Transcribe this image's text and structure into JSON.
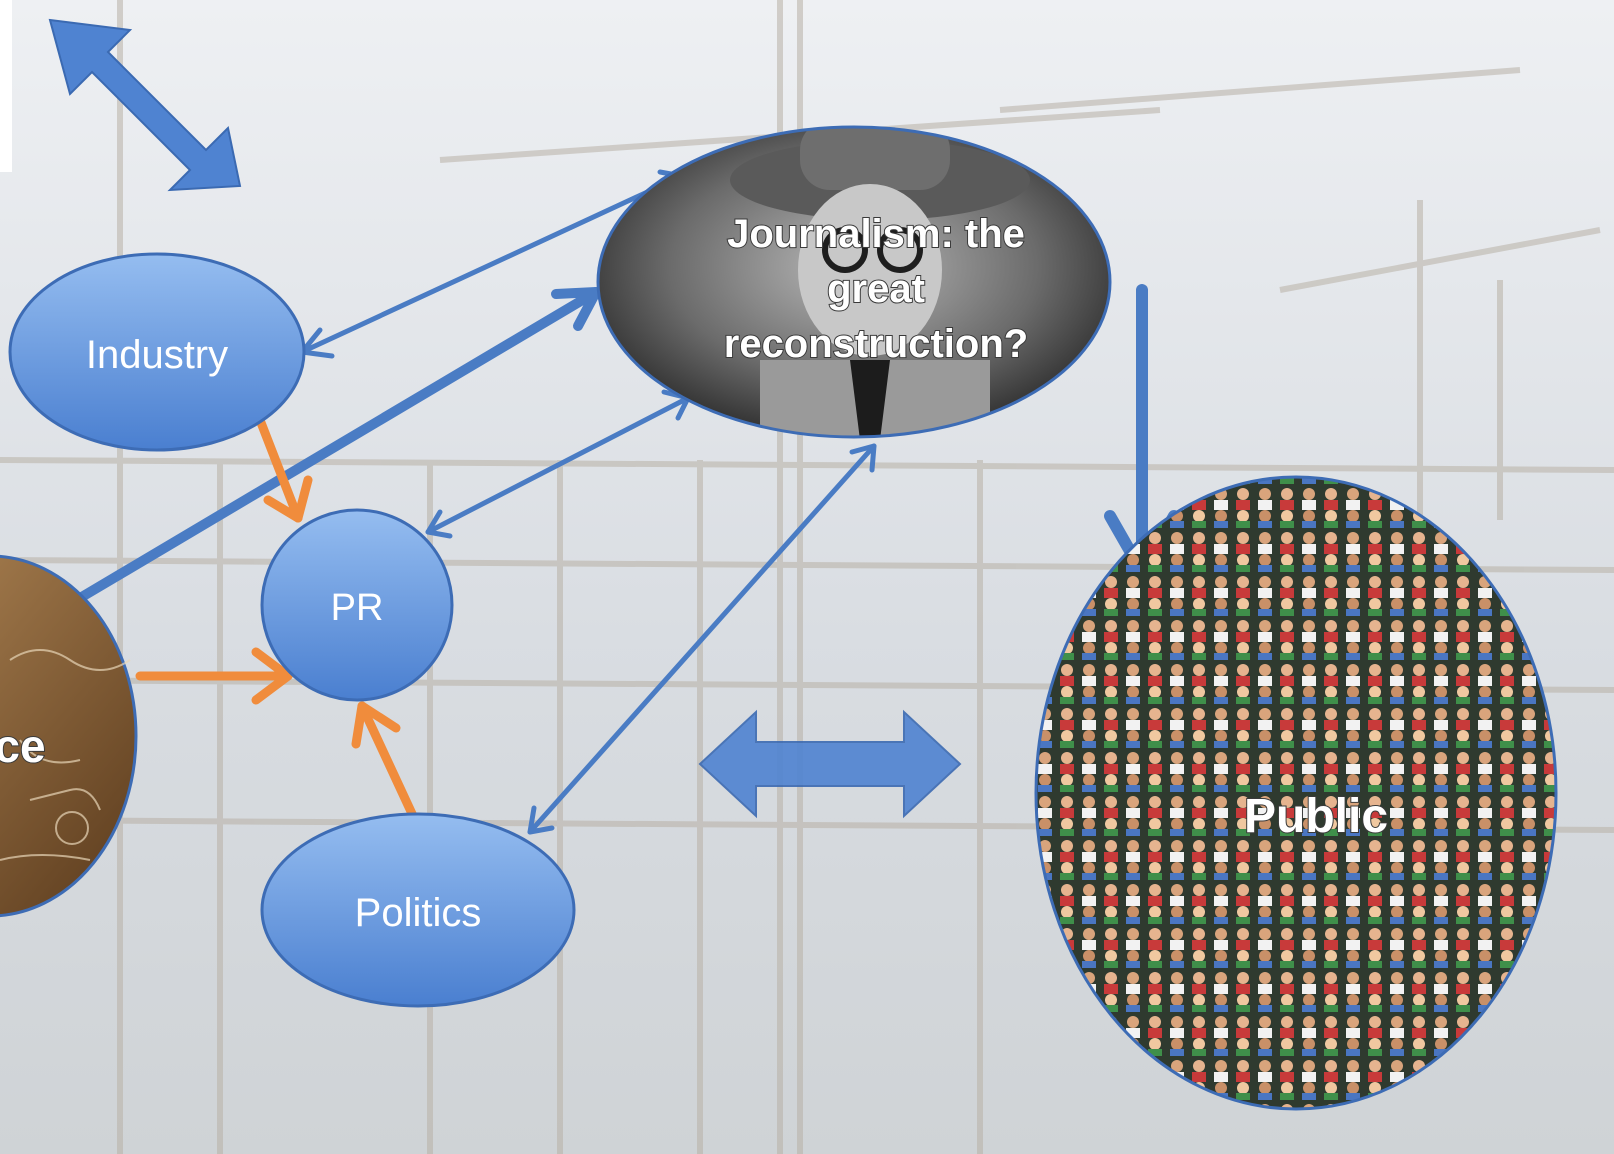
{
  "diagram": {
    "nodes": {
      "industry": {
        "label": "Industry"
      },
      "pr": {
        "label": "PR"
      },
      "politics": {
        "label": "Politics"
      },
      "science": {
        "label_fragment": "ce"
      },
      "journalism": {
        "label_lines": [
          "Journalism: the",
          "great",
          "reconstruction?"
        ]
      },
      "public": {
        "label": "Public"
      }
    },
    "colors": {
      "node_fill_top": "#8cb4ea",
      "node_fill_bottom": "#4a7fd0",
      "node_stroke": "#3d6cb5",
      "blue_arrow": "#4a7cc4",
      "orange_arrow": "#f08c3c",
      "background": "#dfe4ea"
    }
  }
}
